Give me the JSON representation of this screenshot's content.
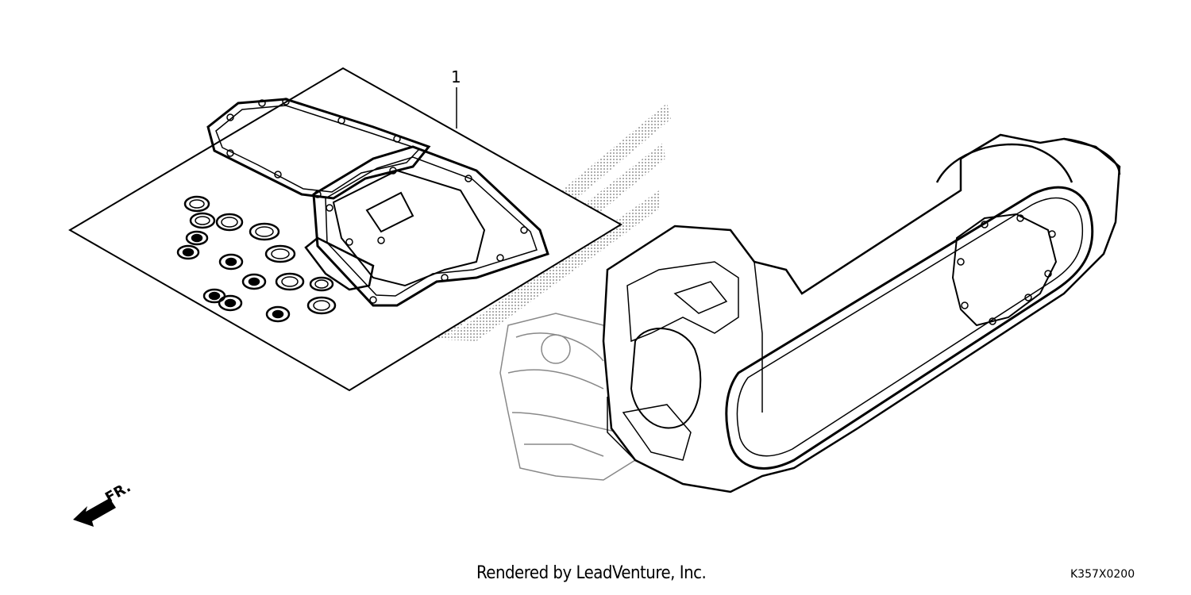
{
  "callouts": [
    {
      "number": "1"
    }
  ],
  "direction_indicator": {
    "label": "FR.",
    "icon": "front-direction-arrow-icon"
  },
  "footer": {
    "credit": "Rendered by LeadVenture, Inc.",
    "diagram_code": "K357X0200"
  },
  "colors": {
    "line": "#000000",
    "background": "#ffffff",
    "watermark": "#b0b0b0"
  }
}
